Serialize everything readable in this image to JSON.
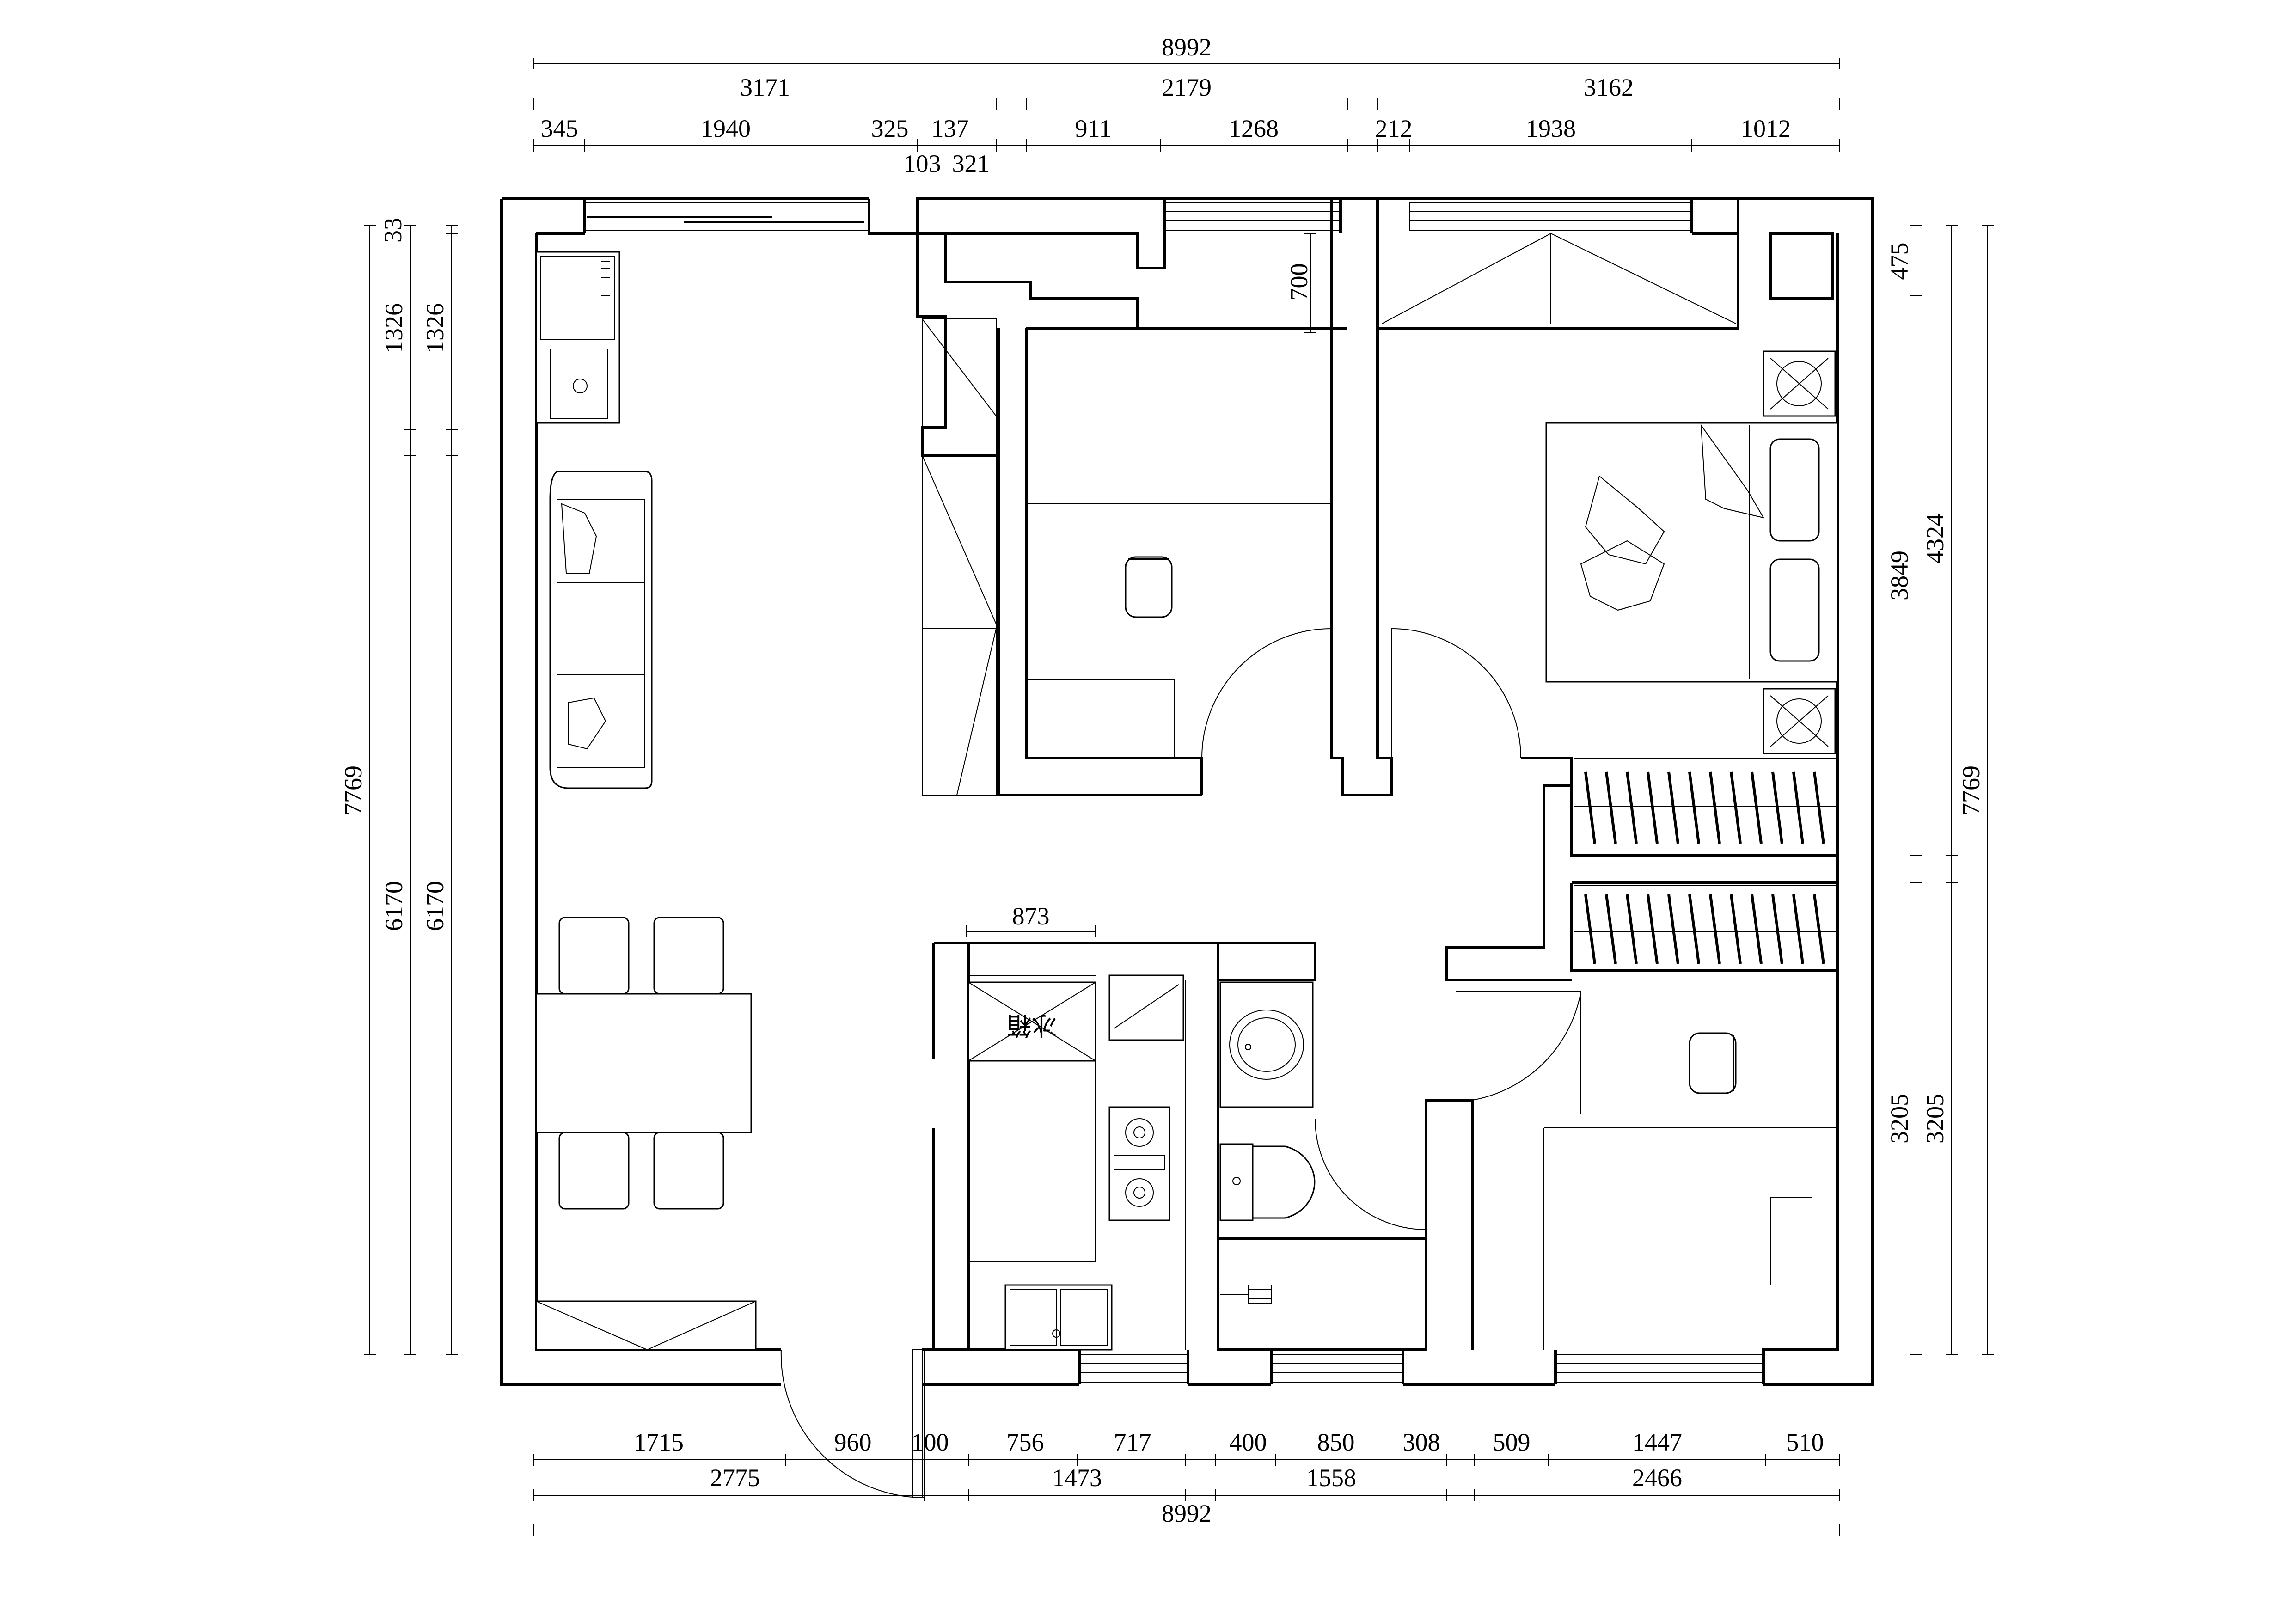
{
  "plan": {
    "dims_top": {
      "total": "8992",
      "row2": [
        "3171",
        "2179",
        "3162"
      ],
      "row3": [
        "345",
        "1940",
        "325",
        "137",
        "911",
        "1268",
        "212",
        "1938",
        "1012"
      ],
      "row4": [
        "103",
        "321"
      ]
    },
    "dims_bottom": {
      "row1": [
        "1715",
        "960",
        "100",
        "756",
        "717",
        "400",
        "850",
        "308",
        "509",
        "1447",
        "510"
      ],
      "row2": [
        "2775",
        "1473",
        "1558",
        "2466"
      ],
      "total": "8992"
    },
    "dims_left": {
      "total": "7769",
      "outer": [
        "1326",
        "6170"
      ],
      "inner": [
        "33",
        "1326",
        "6170"
      ]
    },
    "dims_right": {
      "inner": [
        "475",
        "3849",
        "3205"
      ],
      "outer": [
        "4324",
        "3205"
      ],
      "total": "7769"
    },
    "interior": {
      "bedroom_depth": "700",
      "kitchen_width": "873",
      "fridge_label": "冰箱"
    }
  }
}
